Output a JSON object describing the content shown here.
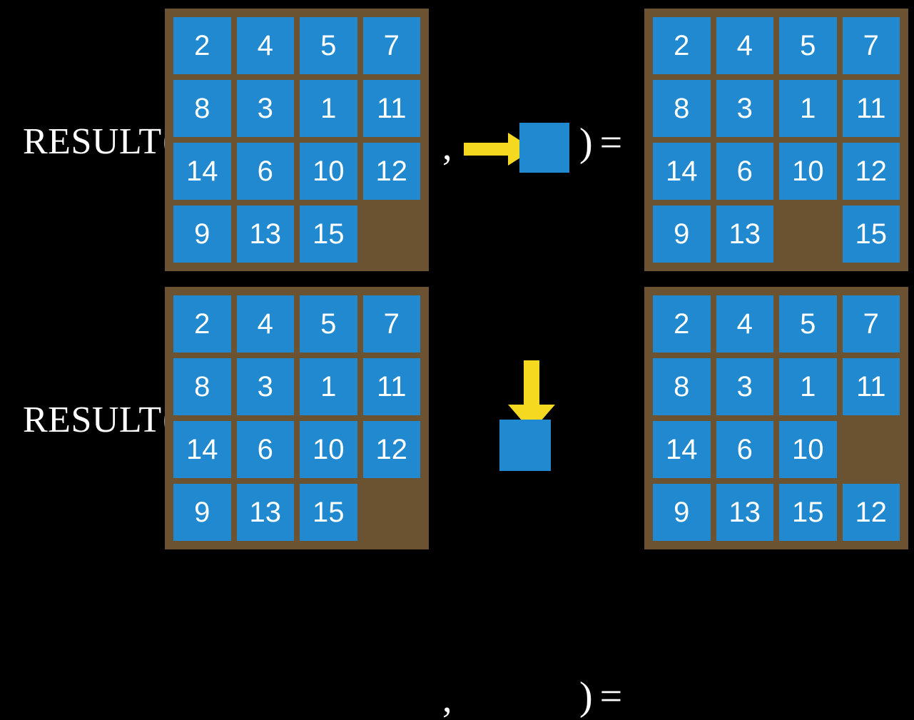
{
  "page": {
    "background_color": "#000000",
    "tile_color": "#2189d0",
    "board_color": "#6b5230",
    "arrow_color": "#f5d820",
    "text_color": "#ffffff"
  },
  "rows": [
    {
      "label": "RESULT",
      "open_paren": "(",
      "comma": ",",
      "close": ")",
      "equals": "=",
      "operand": {
        "arrow_direction": "right",
        "arrow_icon": "arrow-right-icon",
        "square_label": ""
      },
      "input_board": {
        "rows": [
          [
            "2",
            "4",
            "5",
            "7"
          ],
          [
            "8",
            "3",
            "1",
            "11"
          ],
          [
            "14",
            "6",
            "10",
            "12"
          ],
          [
            "9",
            "13",
            "15",
            ""
          ]
        ]
      },
      "output_board": {
        "rows": [
          [
            "2",
            "4",
            "5",
            "7"
          ],
          [
            "8",
            "3",
            "1",
            "11"
          ],
          [
            "14",
            "6",
            "10",
            "12"
          ],
          [
            "9",
            "13",
            "",
            "15"
          ]
        ]
      }
    },
    {
      "label": "RESULT",
      "open_paren": "(",
      "comma": ",",
      "close": ")",
      "equals": "=",
      "operand": {
        "arrow_direction": "down",
        "arrow_icon": "arrow-down-icon",
        "square_label": ""
      },
      "input_board": {
        "rows": [
          [
            "2",
            "4",
            "5",
            "7"
          ],
          [
            "8",
            "3",
            "1",
            "11"
          ],
          [
            "14",
            "6",
            "10",
            "12"
          ],
          [
            "9",
            "13",
            "15",
            ""
          ]
        ]
      },
      "output_board": {
        "rows": [
          [
            "2",
            "4",
            "5",
            "7"
          ],
          [
            "8",
            "3",
            "1",
            "11"
          ],
          [
            "14",
            "6",
            "10",
            ""
          ],
          [
            "9",
            "13",
            "15",
            "12"
          ]
        ]
      }
    }
  ]
}
